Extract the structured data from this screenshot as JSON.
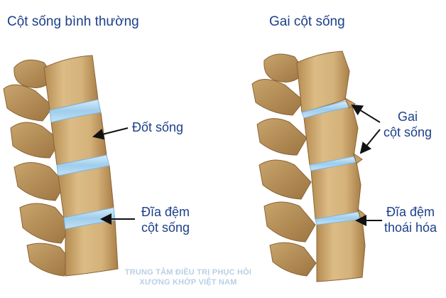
{
  "left_panel": {
    "title": "Cột sống bình thường",
    "vertebra_label": "Đốt sống",
    "disc_label_line1": "Đĩa đệm",
    "disc_label_line2": "cột sống"
  },
  "right_panel": {
    "title": "Gai cột sống",
    "spur_label_line1": "Gai",
    "spur_label_line2": "cột sống",
    "degen_label_line1": "Đĩa đệm",
    "degen_label_line2": "thoái hóa"
  },
  "watermark": {
    "line1": "TRUNG TÂM ĐIỀU TRỊ PHỤC HỒI",
    "line2": "XƯƠNG KHỚP VIỆT NAM"
  },
  "colors": {
    "bone": "#d2b079",
    "bone_shade": "#b08a52",
    "disc": "#a9d3ef",
    "label": "#1c3f8a"
  }
}
